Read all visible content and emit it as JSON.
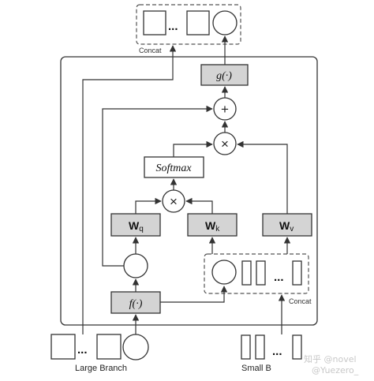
{
  "labels": {
    "concat_top": "Concat",
    "concat_right": "Concat",
    "g_func": "g(·)",
    "plus": "+",
    "times_top": "×",
    "times_mid": "×",
    "softmax": "Softmax",
    "wq_main": "W",
    "wq_sub": "q",
    "wk_main": "W",
    "wk_sub": "k",
    "wv_main": "W",
    "wv_sub": "v",
    "f_func": "f(·)",
    "dots": "...",
    "large_branch": "Large Branch",
    "small_branch": "Small B"
  },
  "watermark": {
    "line1": "知乎 @novel",
    "line2": "@Yuezero_"
  },
  "colors": {
    "gray_box": "#d4d4d4",
    "stroke": "#333333"
  }
}
